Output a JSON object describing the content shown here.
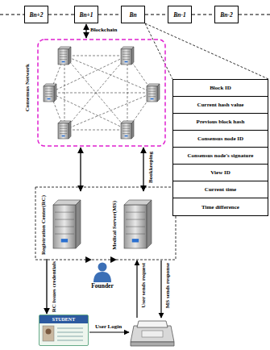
{
  "diagram": {
    "nodes": [
      {
        "text": [
          "Bn+2"
        ]
      },
      {
        "text": [
          "Bn+1"
        ]
      },
      {
        "text": [
          "Bn"
        ]
      },
      {
        "text": [
          "Bn-1"
        ]
      },
      {
        "text": [
          "Bn-2"
        ]
      },
      {
        "text": [
          "Block ID",
          "Current hash value",
          "Previous block hash",
          "Consensus node ID",
          "Consensus node's signature",
          "View ID",
          "Current time",
          "Time difference"
        ]
      },
      {
        "text": [
          "Consensus Network"
        ]
      },
      {
        "text": [
          "Registration Center(RC)"
        ]
      },
      {
        "text": [
          "Medical Server(MS)"
        ]
      },
      {
        "text": [
          "Founder"
        ]
      },
      {
        "text": [
          "STUDENT"
        ]
      }
    ],
    "edges": [
      {
        "from": 0,
        "to": 1,
        "arrow": "none"
      },
      {
        "from": 1,
        "to": 2,
        "arrow": "none"
      },
      {
        "from": 2,
        "to": 3,
        "arrow": "none"
      },
      {
        "from": 3,
        "to": 4,
        "arrow": "none"
      },
      {
        "from": 1,
        "to": 6,
        "label": "Blockchain",
        "arrow": "both"
      },
      {
        "from": 6,
        "to": 7,
        "arrow": "both"
      },
      {
        "from": 6,
        "to": 8,
        "label": "Bookkeeping",
        "arrow": "both"
      },
      {
        "from": 9,
        "to": 7,
        "arrow": "to"
      },
      {
        "from": 9,
        "to": 8,
        "arrow": "to"
      },
      {
        "from": 7,
        "to": 10,
        "label": "RC issues credentials",
        "arrow": "to"
      }
    ],
    "labels": [
      "User Login",
      "User sends request",
      "MS sends response"
    ]
  }
}
